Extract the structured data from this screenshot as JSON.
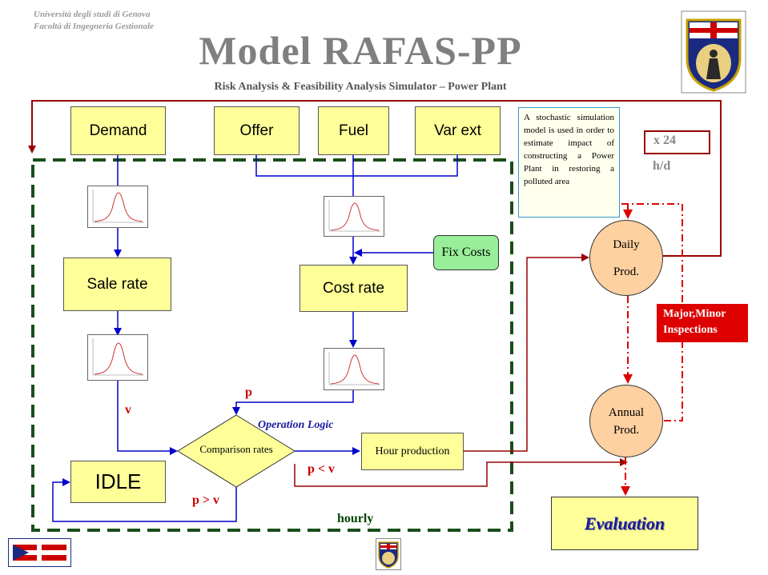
{
  "header": {
    "university": "Università degli studi di Genova",
    "faculty": "Facoltà di Ingegneria Gestionale",
    "title": "Model RAFAS-PP",
    "subtitle": "Risk Analysis & Feasibility Analysis Simulator – Power Plant"
  },
  "inputs": {
    "demand": "Demand",
    "offer": "Offer",
    "fuel": "Fuel",
    "var_ext": "Var ext"
  },
  "process": {
    "fix_costs": "Fix Costs",
    "sale_rate": "Sale rate",
    "cost_rate": "Cost rate",
    "comparison": "Comparison rates",
    "hour_production": "Hour production",
    "idle": "IDLE",
    "operation_logic": "Operation Logic",
    "hourly": "hourly"
  },
  "labels": {
    "v": "v",
    "p": "p",
    "p_lt_v": "p < v",
    "p_gt_v": "p > v"
  },
  "note": "A stochastic simulation model is used in order to estimate impact of constructing a Power Plant in restoring a polluted area",
  "multiplier": {
    "value": "x 24",
    "unit": "h/d"
  },
  "outputs": {
    "daily_line1": "Daily",
    "daily_line2": "Prod.",
    "annual_line1": "Annual",
    "annual_line2": "Prod.",
    "inspections_line1": "Major,Minor",
    "inspections_line2": "Inspections",
    "evaluation": "Evaluation"
  },
  "colors": {
    "box_fill": "#ffff99",
    "flow_blue": "#0000cc",
    "flow_darkred": "#990000",
    "flow_red": "#dd0000",
    "dashed_border": "#1a4d1a",
    "circle_fill": "#ffd0a0",
    "fix_costs_fill": "#99ee99"
  }
}
